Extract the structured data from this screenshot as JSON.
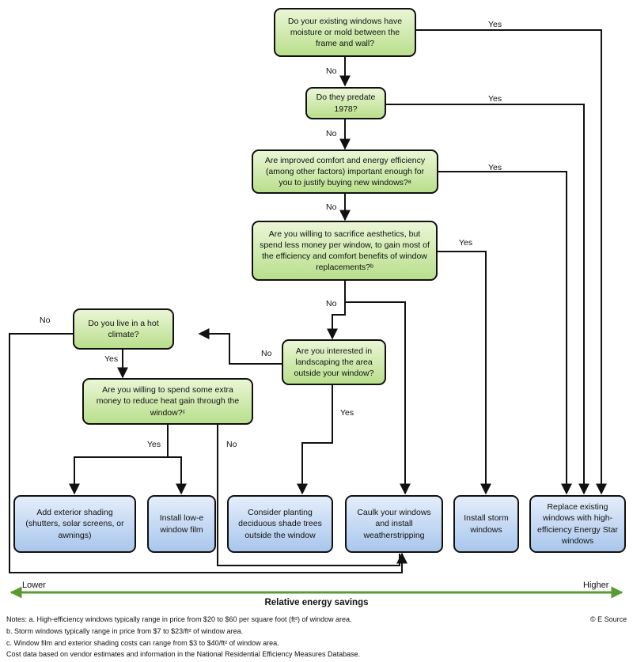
{
  "questions": {
    "moisture": "Do your existing windows have moisture or mold between the frame and wall?",
    "predate": "Do they predate 1978?",
    "comfort": "Are improved comfort and energy efficiency (among other factors) important enough for you to justify buying new windows?ᵃ",
    "aesthetics": "Are you willing to sacrifice aesthetics, but spend less money per window, to gain most of the efficiency and comfort benefits of window replacements?ᵇ",
    "hot_climate": "Do you live in a hot climate?",
    "landscaping": "Are you interested in landscaping the area outside your window?",
    "extra_money": "Are you willing to spend some extra money to reduce heat gain through the window?ᶜ"
  },
  "outcomes": {
    "shading": "Add exterior shading (shutters, solar screens, or awnings)",
    "lowe": "Install low-e window film",
    "trees": "Consider planting deciduous shade trees outside the window",
    "caulk": "Caulk your windows and install weatherstripping",
    "storm": "Install storm windows",
    "replace": "Replace existing windows with high-efficiency Energy Star windows"
  },
  "edge_labels": {
    "yes": "Yes",
    "no": "No"
  },
  "axis": {
    "low": "Lower",
    "high": "Higher",
    "title": "Relative energy savings"
  },
  "notes": [
    "Notes: a. High-efficiency windows typically range in price from $20 to $60 per square foot (ft²) of window area.",
    "b. Storm windows typically range in price from $7 to $23/ft² of window area.",
    "c. Window film and exterior shading costs can range from $3 to $40/ft² of window area.",
    "Cost data based on vendor estimates and information in the National Residential Efficiency Measures Database."
  ],
  "source": "© E Source",
  "colors": {
    "question_fill": "#c6e6a4",
    "outcome_fill": "#b4cdee",
    "axis_arrow": "#5a9a32"
  }
}
